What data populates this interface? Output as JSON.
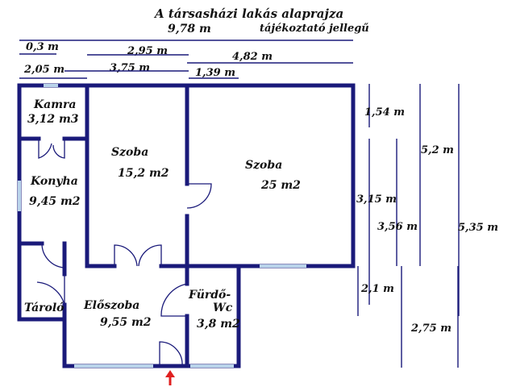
{
  "title": "A társasházi lakás alaprajza",
  "subtitle": "tájékoztató jellegű",
  "dimensions": {
    "total_width": "9,78 m",
    "d_0_3": "0,3 m",
    "d_2_95": "2,95 m",
    "d_4_82": "4,82 m",
    "d_2_05": "2,05 m",
    "d_3_75": "3,75 m",
    "d_1_39": "1,39 m",
    "d_1_54": "1,54 m",
    "d_5_2": "5,2 m",
    "d_3_15": "3,15 m",
    "d_3_56": "3,56 m",
    "d_5_35": "5,35 m",
    "d_2_1": "2,1 m",
    "d_2_75": "2,75 m"
  },
  "rooms": {
    "kamra": {
      "name": "Kamra",
      "area": "3,12 m3"
    },
    "konyha": {
      "name": "Konyha",
      "area": "9,45 m2"
    },
    "szoba1": {
      "name": "Szoba",
      "area": "15,2 m2"
    },
    "szoba2": {
      "name": "Szoba",
      "area": "25 m2"
    },
    "tarolo": {
      "name": "Tároló"
    },
    "eloszoba": {
      "name": "Előszoba",
      "area": "9,55 m2"
    },
    "furdo": {
      "name_line1": "Fürdő-",
      "name_line2": "Wc",
      "area": "3,8 m2"
    }
  },
  "colors": {
    "wall": "#1a1a7a",
    "window": "#b9d3ea",
    "entrance_arrow": "#e02020"
  }
}
